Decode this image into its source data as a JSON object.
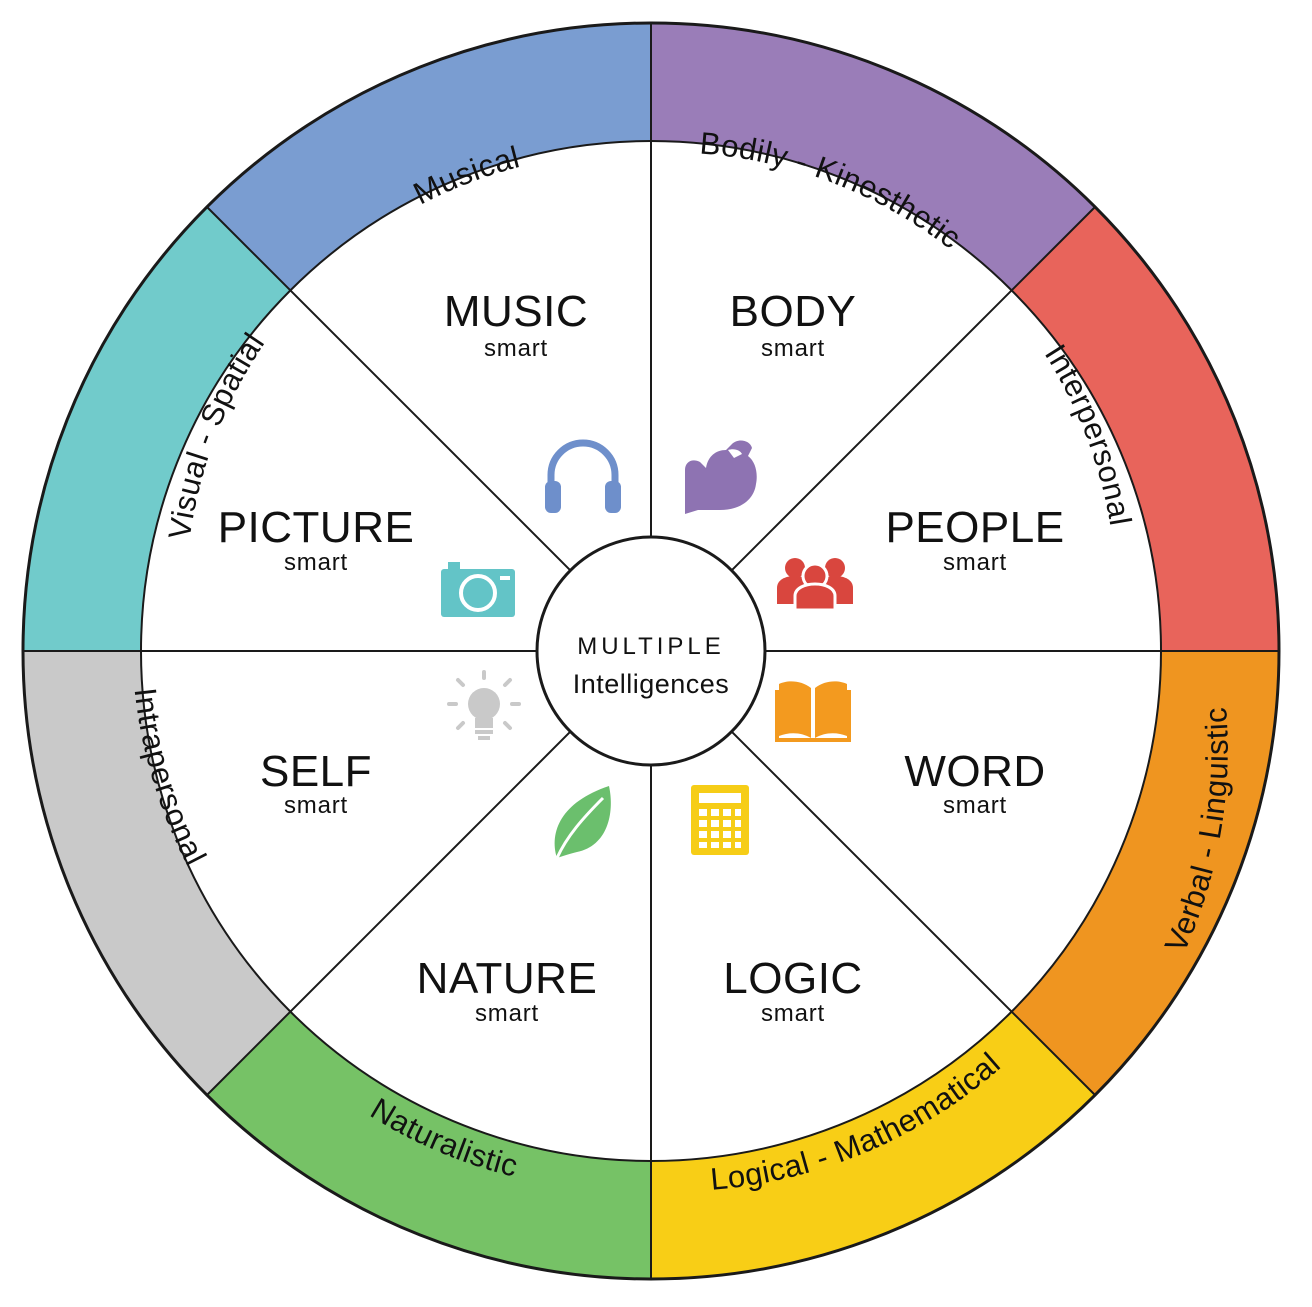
{
  "center": {
    "title": "MULTIPLE",
    "subtitle": "Intelligences"
  },
  "segments": [
    {
      "key": "musical",
      "ring_label": "Musical",
      "ring_color": "#7A9DD1",
      "title": "MUSIC",
      "subtitle": "smart",
      "icon": "headphones-icon",
      "icon_color": "#6E8FCB"
    },
    {
      "key": "bodily-kinesthetic",
      "ring_label": "Bodily - Kinesthetic",
      "ring_color": "#9A7DB8",
      "title": "BODY",
      "subtitle": "smart",
      "icon": "flexed-arm-icon",
      "icon_color": "#8E73B2"
    },
    {
      "key": "interpersonal",
      "ring_label": "Interpersonal",
      "ring_color": "#E8645B",
      "title": "PEOPLE",
      "subtitle": "smart",
      "icon": "group-people-icon",
      "icon_color": "#D9463E"
    },
    {
      "key": "verbal-linguistic",
      "ring_label": "Verbal - Linguistic",
      "ring_color": "#EF9520",
      "title": "WORD",
      "subtitle": "smart",
      "icon": "open-book-icon",
      "icon_color": "#F39A1F"
    },
    {
      "key": "logical-mathematical",
      "ring_label": "Logical - Mathematical",
      "ring_color": "#F8CE16",
      "title": "LOGIC",
      "subtitle": "smart",
      "icon": "calculator-icon",
      "icon_color": "#F6CD17"
    },
    {
      "key": "naturalistic",
      "ring_label": "Naturalistic",
      "ring_color": "#76C266",
      "title": "NATURE",
      "subtitle": "smart",
      "icon": "leaf-icon",
      "icon_color": "#6BBF6D"
    },
    {
      "key": "intrapersonal",
      "ring_label": "Intrapersonal",
      "ring_color": "#C9C9C9",
      "title": "SELF",
      "subtitle": "smart",
      "icon": "lightbulb-icon",
      "icon_color": "#C9C9C9"
    },
    {
      "key": "visual-spatial",
      "ring_label": "Visual - Spatial",
      "ring_color": "#71CBCB",
      "title": "PICTURE",
      "subtitle": "smart",
      "icon": "camera-icon",
      "icon_color": "#63C4C7"
    }
  ]
}
